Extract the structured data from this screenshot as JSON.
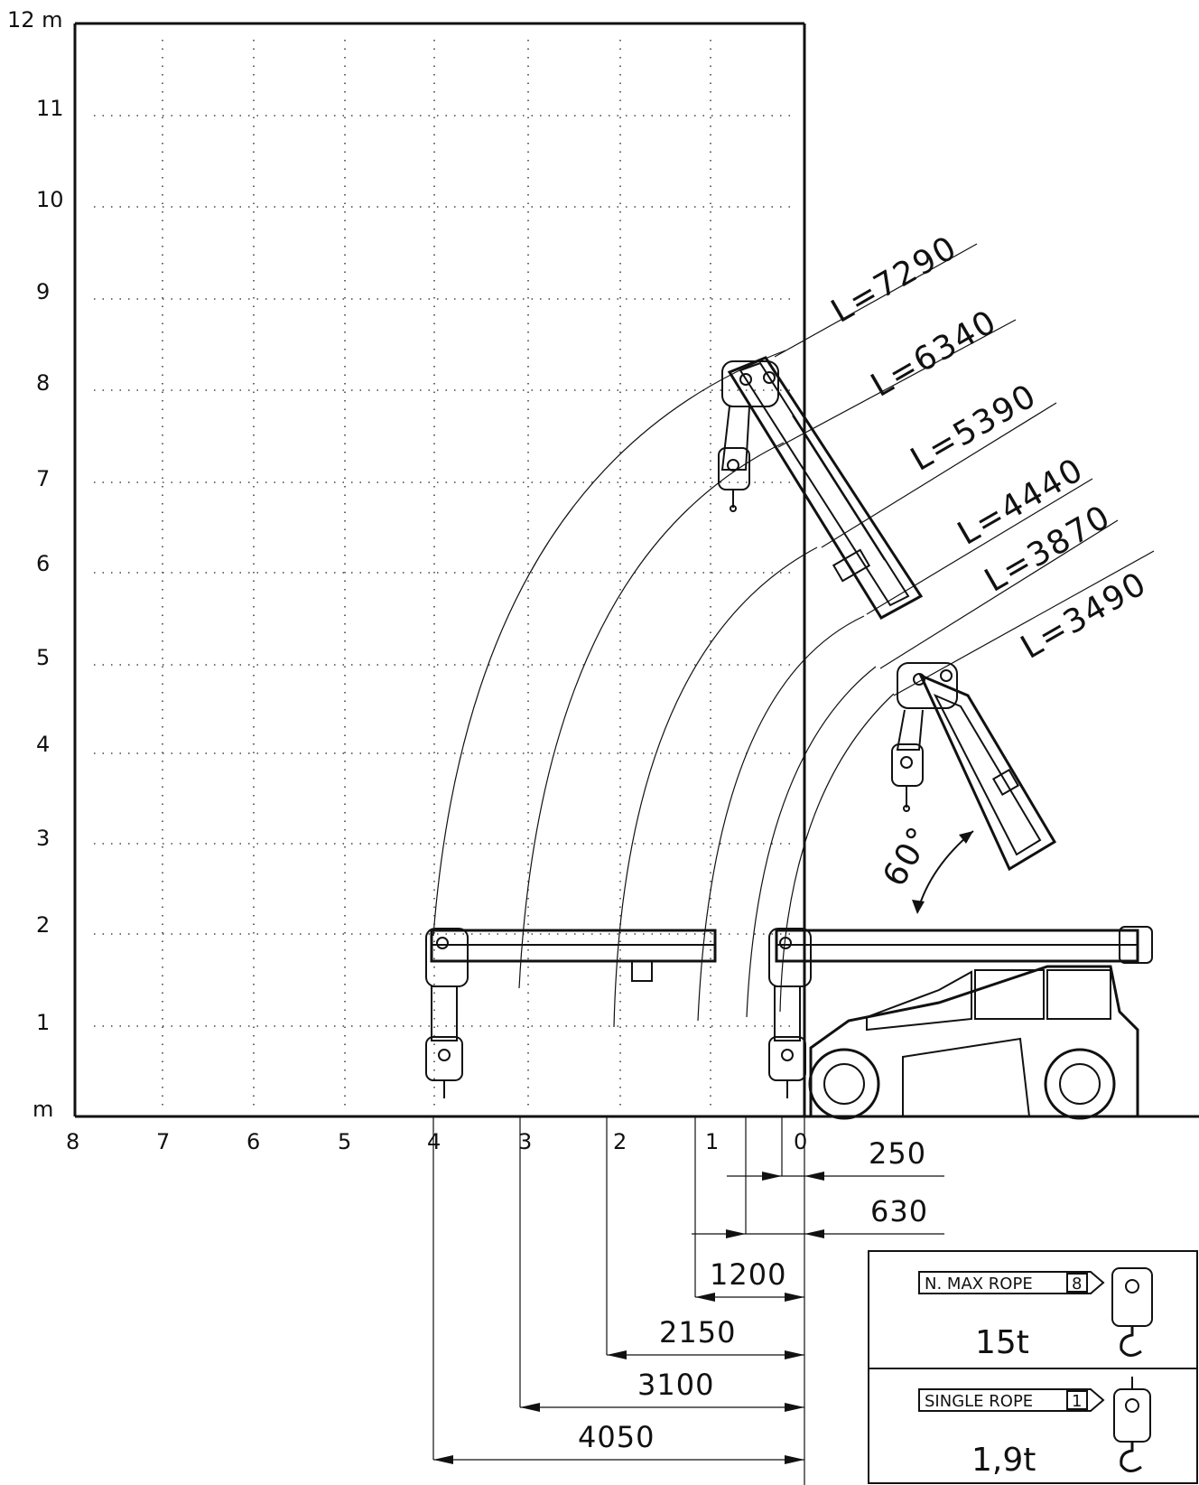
{
  "y_axis": {
    "unit_label": "m",
    "top_label": "12 m",
    "labels": [
      "11",
      "10",
      "9",
      "8",
      "7",
      "6",
      "5",
      "4",
      "3",
      "2",
      "1"
    ]
  },
  "x_axis": {
    "labels": [
      "8",
      "7",
      "6",
      "5",
      "4",
      "3",
      "2",
      "1",
      "0"
    ]
  },
  "boom_lengths": [
    "L=7290",
    "L=6340",
    "L=5390",
    "L=4440",
    "L=3870",
    "L=3490"
  ],
  "angle_label": "60°",
  "dimensions": [
    "250",
    "630",
    "1200",
    "2150",
    "3100",
    "4050"
  ],
  "load_boxes": [
    {
      "title": "N. MAX ROPE",
      "count": "8",
      "value": "15t"
    },
    {
      "title": "SINGLE ROPE",
      "count": "1",
      "value": "1,9t"
    }
  ]
}
